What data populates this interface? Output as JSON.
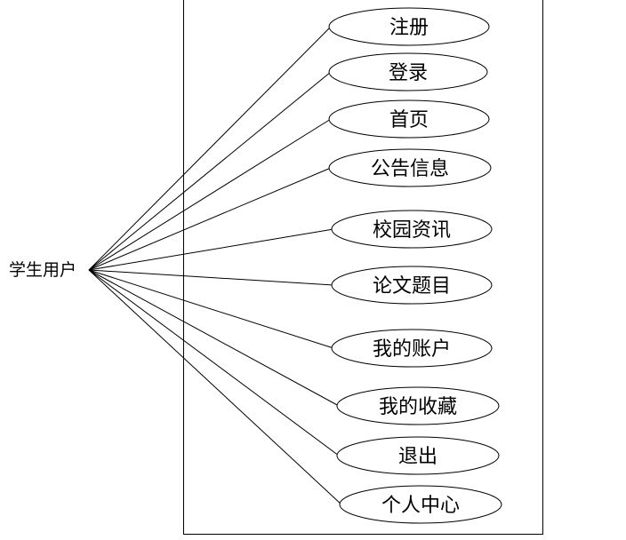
{
  "actor": {
    "label": "学生用户"
  },
  "use_cases": [
    {
      "label": "注册"
    },
    {
      "label": "登录"
    },
    {
      "label": "首页"
    },
    {
      "label": "公告信息"
    },
    {
      "label": "校园资讯"
    },
    {
      "label": "论文题目"
    },
    {
      "label": "我的账户"
    },
    {
      "label": "我的收藏"
    },
    {
      "label": "退出"
    },
    {
      "label": "个人中心"
    }
  ],
  "colors": {
    "stroke": "#000000",
    "background": "#ffffff"
  }
}
